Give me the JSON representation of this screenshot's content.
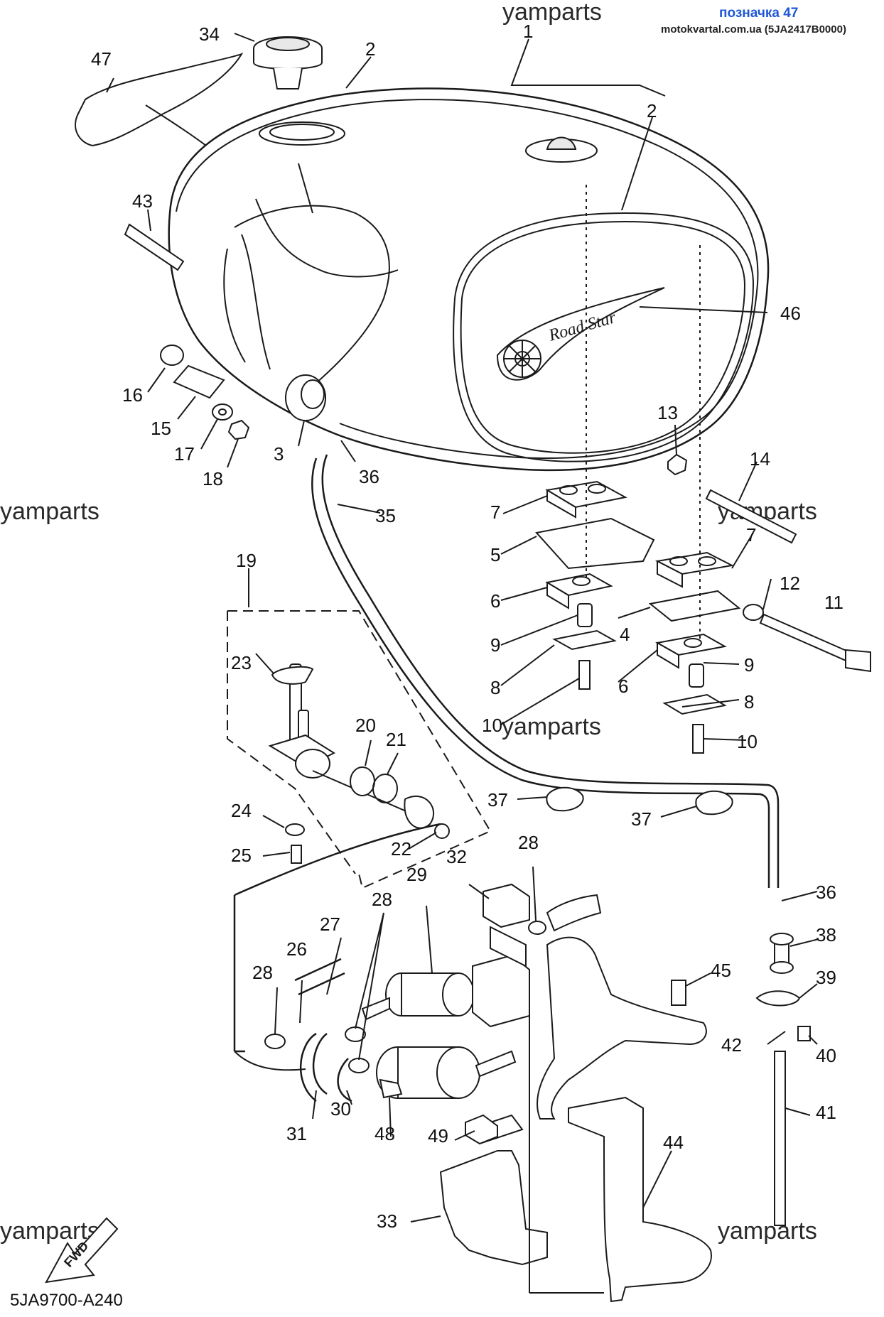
{
  "header": {
    "badge_link": "позначка 47",
    "source_line": "motokvartal.com.ua (5JA2417B0000)"
  },
  "watermarks": [
    "yamparts",
    "yamparts",
    "yamparts",
    "yamparts",
    "yamparts",
    "yamparts"
  ],
  "diagram_code": "5JA9700-A240",
  "fwd_label": "FWD",
  "tank_logo_text": "Road Star",
  "callouts": [
    "34",
    "47",
    "2",
    "1",
    "2",
    "43",
    "46",
    "16",
    "15",
    "17",
    "18",
    "3",
    "36",
    "13",
    "14",
    "35",
    "7",
    "5",
    "7",
    "12",
    "11",
    "19",
    "6",
    "9",
    "4",
    "23",
    "9",
    "8",
    "6",
    "8",
    "10",
    "10",
    "20",
    "21",
    "37",
    "37",
    "24",
    "22",
    "25",
    "28",
    "32",
    "36",
    "29",
    "28",
    "38",
    "27",
    "45",
    "39",
    "26",
    "28",
    "42",
    "40",
    "41",
    "31",
    "30",
    "48",
    "49",
    "44",
    "33"
  ],
  "icons": {
    "fuel_cap": "fuel-cap-icon",
    "fuel_cock": "fuel-cock-icon",
    "fuel_pump": "fuel-pump-icon",
    "fuel_filter": "fuel-filter-icon"
  }
}
